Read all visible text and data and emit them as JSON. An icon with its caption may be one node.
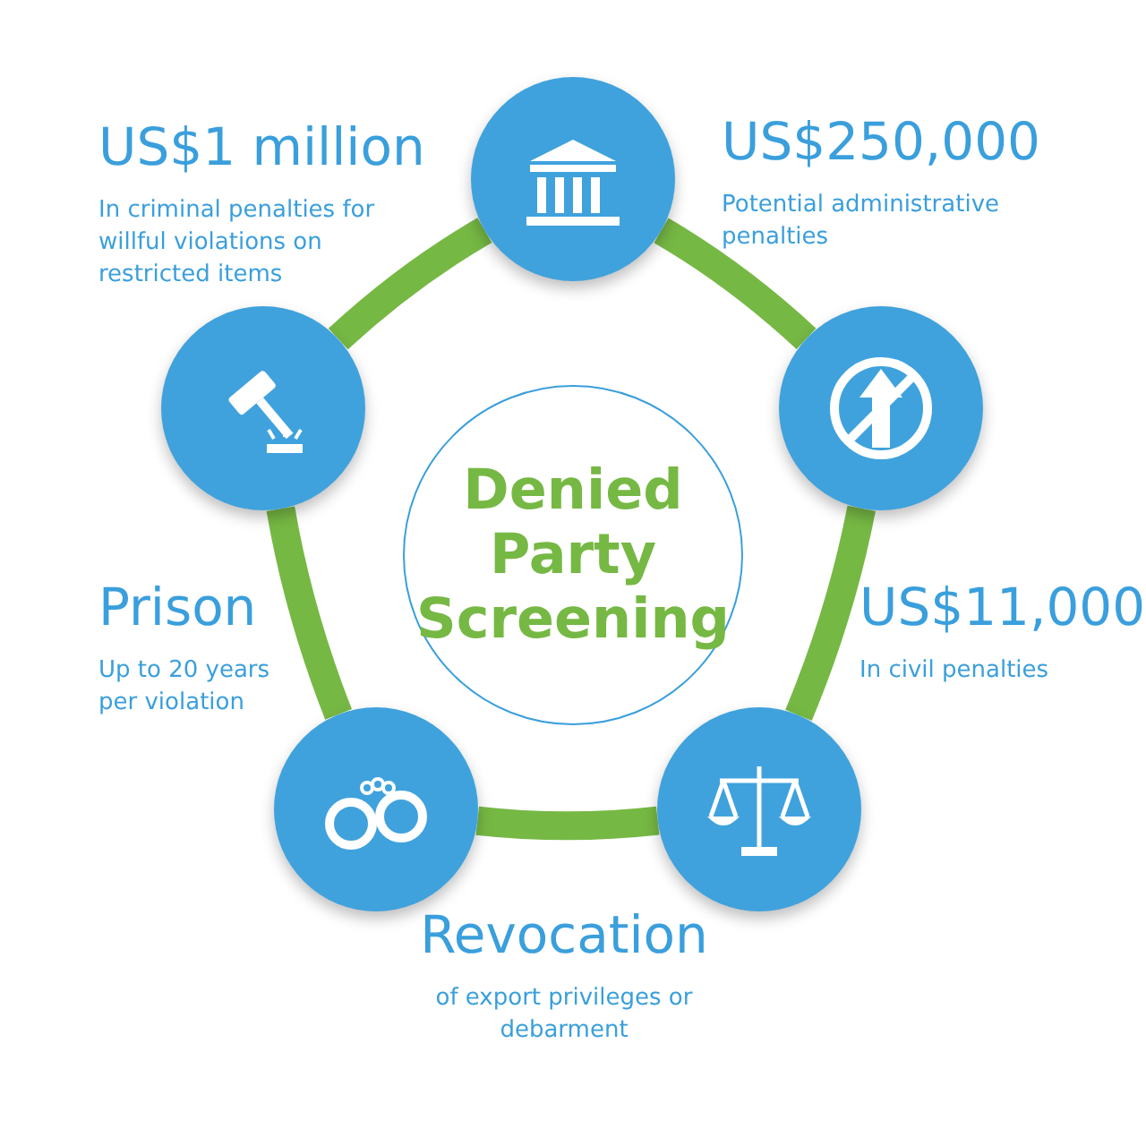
{
  "diagram": {
    "nodes": [
      {
        "text": [
          "Denied Party Screening"
        ]
      },
      {
        "text": [],
        "shape": "circle",
        "beside": [
          "US$250,000",
          "Potential administrative penalties"
        ]
      },
      {
        "text": [],
        "shape": "circle",
        "beside": [
          "US$11,000",
          "In civil penalties"
        ]
      },
      {
        "text": [],
        "shape": "circle",
        "beside": [
          "Revocation",
          "of export privileges or debarment"
        ]
      },
      {
        "text": [],
        "shape": "circle",
        "beside": [
          "Prison",
          "Up to 20 years per violation"
        ]
      },
      {
        "text": [],
        "shape": "circle",
        "beside": [
          "US$1 million",
          "In criminal penalties for willful violations on restricted items"
        ]
      }
    ],
    "edges": [
      {
        "from": 1,
        "to": 2,
        "arrow": "none"
      },
      {
        "from": 2,
        "to": 3,
        "arrow": "none"
      },
      {
        "from": 3,
        "to": 4,
        "arrow": "none"
      },
      {
        "from": 4,
        "to": 5,
        "arrow": "none"
      },
      {
        "from": 5,
        "to": 1,
        "arrow": "none"
      }
    ]
  }
}
